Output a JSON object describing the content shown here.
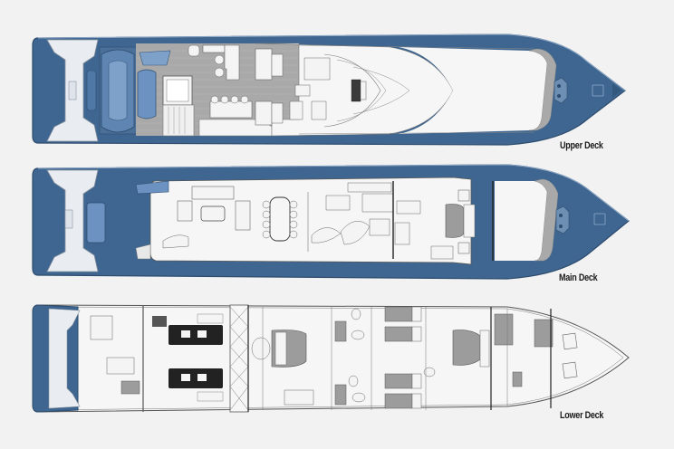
{
  "colors": {
    "background": "#f2f2f2",
    "hull": "#3f6690",
    "hull_dark": "#34597f",
    "hull_light": "#6d8fb3",
    "teak": "#a9a9a9",
    "interior": "#f6f6f6",
    "line": "#6a6a6a",
    "tender": "#5f86b3"
  },
  "decks": [
    {
      "id": "upper",
      "label": "Upper Deck"
    },
    {
      "id": "main",
      "label": "Main Deck"
    },
    {
      "id": "lower",
      "label": "Lower Deck"
    }
  ]
}
